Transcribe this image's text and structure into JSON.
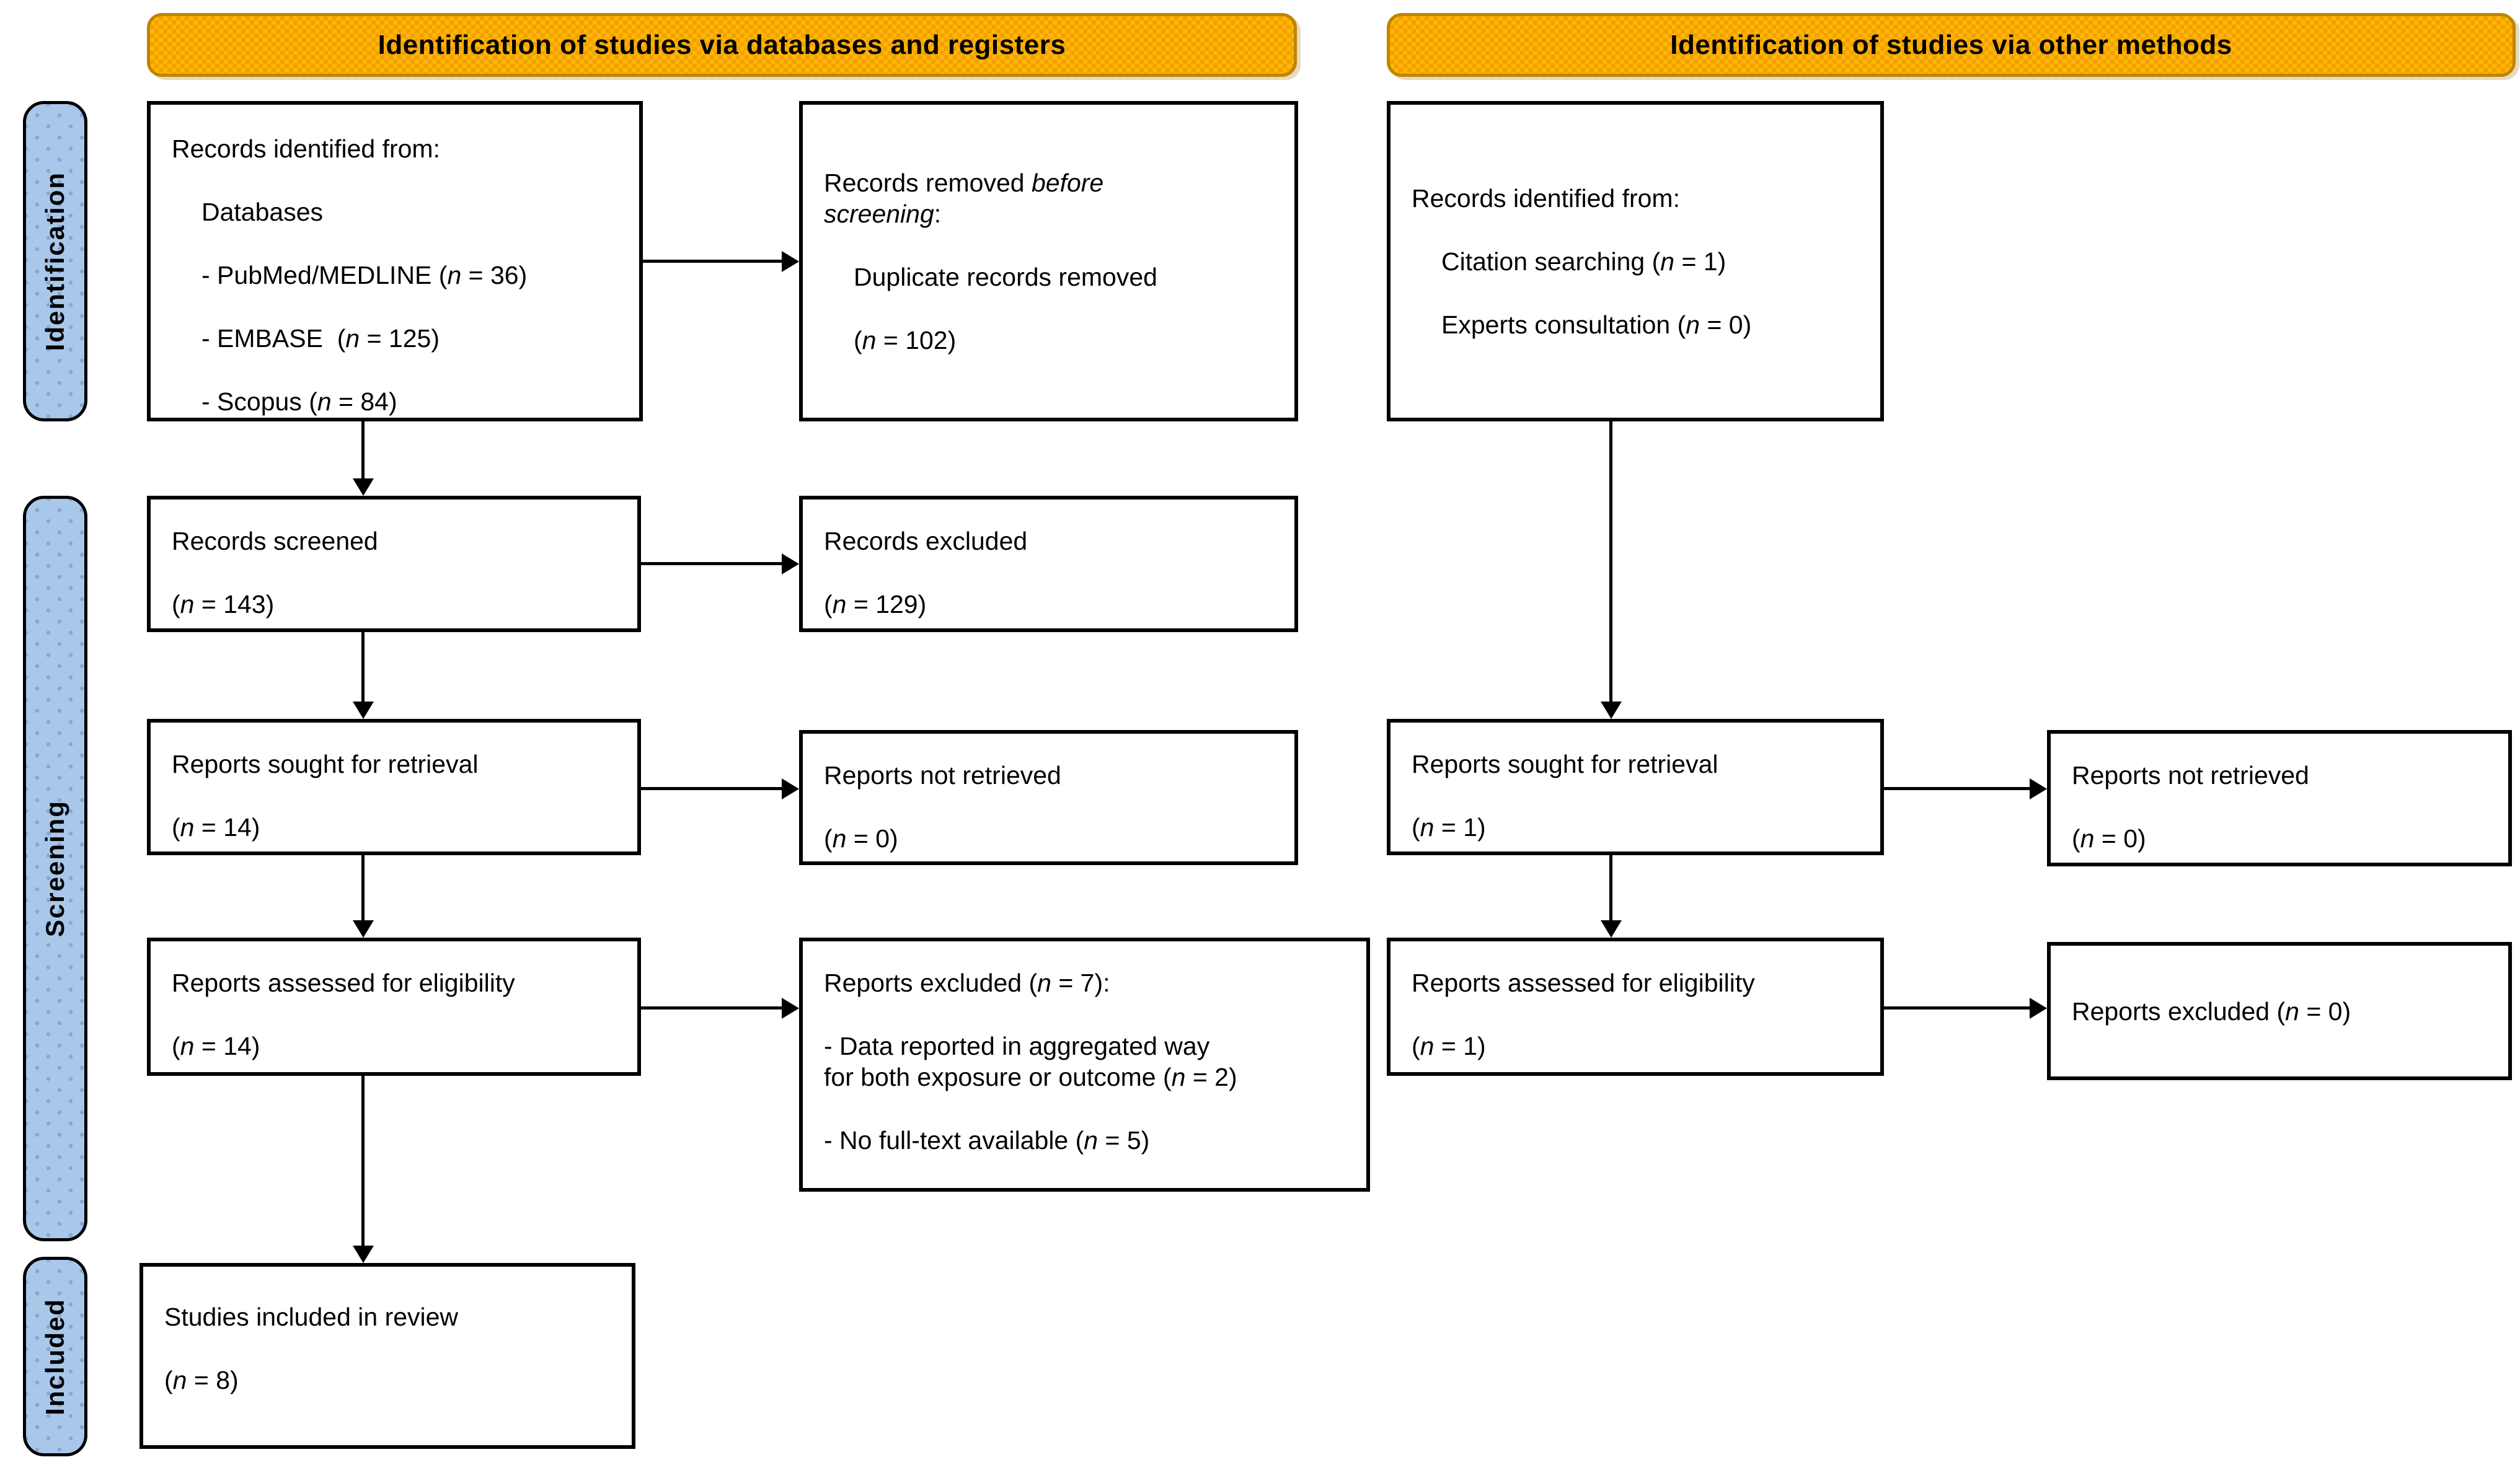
{
  "colors": {
    "header_fill": "#F9A800",
    "header_fill_light": "#FFB606",
    "header_border": "#BE8500",
    "sidebar_fill": "#A9C7E9",
    "sidebar_dots": "#84A8D6",
    "box_border": "#000000",
    "text": "#000000",
    "background": "#FFFFFF"
  },
  "headers": {
    "left": "Identification of studies via databases and registers",
    "right": "Identification of studies via other methods"
  },
  "sidebar": {
    "identification": "Identification",
    "screening": "Screening",
    "included": "Included"
  },
  "boxes": {
    "records_identified_databases": {
      "lines": [
        {
          "t": "Records identified from:"
        },
        {
          "t": "Databases",
          "ind": 1,
          "gap": true
        },
        {
          "t": "- PubMed/MEDLINE (*n* = 36)",
          "ind": 1,
          "gap": true
        },
        {
          "t": "- EMBASE  (*n* = 125)",
          "ind": 1,
          "gap": true
        },
        {
          "t": "- Scopus (*n* = 84)",
          "ind": 1,
          "gap": true
        }
      ]
    },
    "records_removed_before_screening": {
      "lines": [
        {
          "t": "Records removed *before*"
        },
        {
          "t": "*screening*:"
        },
        {
          "t": "Duplicate records removed",
          "ind": 1,
          "gap": true
        },
        {
          "t": "(*n* = 102)",
          "ind": 1,
          "gap": true
        }
      ]
    },
    "records_identified_other": {
      "lines": [
        {
          "t": "Records identified from:"
        },
        {
          "t": "Citation searching (*n* = 1)",
          "ind": 1,
          "gap": true
        },
        {
          "t": "Experts consultation (*n* = 0)",
          "ind": 1,
          "gap": true
        }
      ]
    },
    "records_screened": {
      "lines": [
        {
          "t": "Records screened"
        },
        {
          "t": "(*n* = 143)",
          "gap": true
        }
      ]
    },
    "records_excluded": {
      "lines": [
        {
          "t": "Records excluded"
        },
        {
          "t": "(*n* = 129)",
          "gap": true
        }
      ]
    },
    "reports_sought_databases": {
      "lines": [
        {
          "t": "Reports sought for retrieval"
        },
        {
          "t": "(*n* = 14)",
          "gap": true
        }
      ]
    },
    "reports_not_retrieved_databases": {
      "lines": [
        {
          "t": "Reports not retrieved"
        },
        {
          "t": "(*n* = 0)",
          "gap": true
        }
      ]
    },
    "reports_sought_other": {
      "lines": [
        {
          "t": "Reports sought for retrieval"
        },
        {
          "t": "(*n* = 1)",
          "gap": true
        }
      ]
    },
    "reports_not_retrieved_other": {
      "lines": [
        {
          "t": "Reports not retrieved"
        },
        {
          "t": "(*n* = 0)",
          "gap": true
        }
      ]
    },
    "reports_assessed_databases": {
      "lines": [
        {
          "t": "Reports assessed for eligibility"
        },
        {
          "t": "(*n* = 14)",
          "gap": true
        }
      ]
    },
    "reports_excluded_detail": {
      "lines": [
        {
          "t": "Reports excluded (*n* = 7):"
        },
        {
          "t": "- Data reported in aggregated way",
          "gap": true
        },
        {
          "t": "for both exposure or outcome (*n* = 2)"
        },
        {
          "t": "- No full-text available (*n* = 5)",
          "gap": true
        }
      ]
    },
    "reports_assessed_other": {
      "lines": [
        {
          "t": "Reports assessed for eligibility"
        },
        {
          "t": "(*n* = 1)",
          "gap": true
        }
      ]
    },
    "reports_excluded_other": {
      "lines": [
        {
          "t": "Reports excluded (*n* = 0)"
        }
      ]
    },
    "studies_included": {
      "lines": [
        {
          "t": "Studies included in review"
        },
        {
          "t": "(*n* = 8)",
          "gap": true
        }
      ]
    }
  }
}
